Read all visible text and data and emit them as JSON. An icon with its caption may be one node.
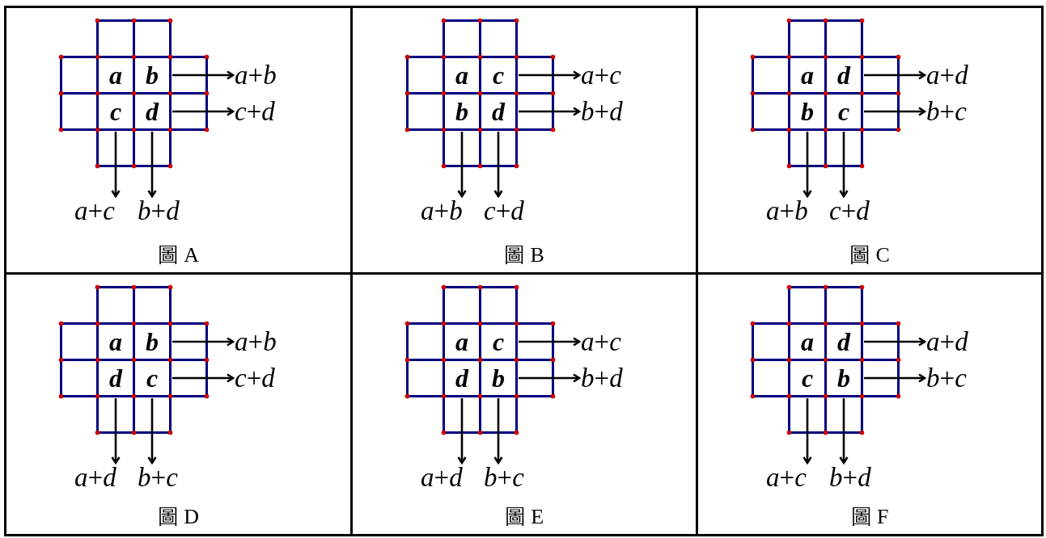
{
  "diagram": {
    "nodes": [
      {
        "text": [
          "圖 A"
        ]
      },
      {
        "text": [],
        "shape": "box",
        "in": 0
      },
      {
        "text": [],
        "shape": "box",
        "in": 0
      },
      {
        "text": [],
        "shape": "box",
        "in": 0
      },
      {
        "text": [
          "a"
        ],
        "in": 0
      },
      {
        "text": [
          "b"
        ],
        "in": 0
      },
      {
        "text": [],
        "shape": "box",
        "in": 0
      },
      {
        "text": [],
        "shape": "box",
        "in": 0
      },
      {
        "text": [
          "c"
        ],
        "in": 0
      },
      {
        "text": [
          "d"
        ],
        "in": 0
      },
      {
        "text": [],
        "shape": "box",
        "in": 0
      },
      {
        "text": [],
        "shape": "box",
        "in": 0
      },
      {
        "text": [],
        "shape": "box",
        "in": 0
      },
      {
        "text": [
          "*a*+*b*"
        ],
        "in": 0
      },
      {
        "text": [
          "*c*+*d*"
        ],
        "in": 0
      },
      {
        "text": [
          "*a*+*c*"
        ],
        "in": 0
      },
      {
        "text": [
          "*b*+*d*"
        ],
        "in": 0
      },
      {
        "text": [
          "圖 B"
        ]
      },
      {
        "text": [],
        "shape": "box",
        "in": 17
      },
      {
        "text": [],
        "shape": "box",
        "in": 17
      },
      {
        "text": [],
        "shape": "box",
        "in": 17
      },
      {
        "text": [
          "a"
        ],
        "in": 17
      },
      {
        "text": [
          "c"
        ],
        "in": 17
      },
      {
        "text": [],
        "shape": "box",
        "in": 17
      },
      {
        "text": [],
        "shape": "box",
        "in": 17
      },
      {
        "text": [
          "b"
        ],
        "in": 17
      },
      {
        "text": [
          "d"
        ],
        "in": 17
      },
      {
        "text": [],
        "shape": "box",
        "in": 17
      },
      {
        "text": [],
        "shape": "box",
        "in": 17
      },
      {
        "text": [],
        "shape": "box",
        "in": 17
      },
      {
        "text": [
          "*a*+*c*"
        ],
        "in": 17
      },
      {
        "text": [
          "*b*+*d*"
        ],
        "in": 17
      },
      {
        "text": [
          "*a*+*b*"
        ],
        "in": 17
      },
      {
        "text": [
          "*c*+*d*"
        ],
        "in": 17
      },
      {
        "text": [
          "圖 C"
        ]
      },
      {
        "text": [],
        "shape": "box",
        "in": 34
      },
      {
        "text": [],
        "shape": "box",
        "in": 34
      },
      {
        "text": [],
        "shape": "box",
        "in": 34
      },
      {
        "text": [
          "a"
        ],
        "in": 34
      },
      {
        "text": [
          "d"
        ],
        "in": 34
      },
      {
        "text": [],
        "shape": "box",
        "in": 34
      },
      {
        "text": [],
        "shape": "box",
        "in": 34
      },
      {
        "text": [
          "b"
        ],
        "in": 34
      },
      {
        "text": [
          "c"
        ],
        "in": 34
      },
      {
        "text": [],
        "shape": "box",
        "in": 34
      },
      {
        "text": [],
        "shape": "box",
        "in": 34
      },
      {
        "text": [],
        "shape": "box",
        "in": 34
      },
      {
        "text": [
          "*a*+*d*"
        ],
        "in": 34
      },
      {
        "text": [
          "*b*+*c*"
        ],
        "in": 34
      },
      {
        "text": [
          "*a*+*b*"
        ],
        "in": 34
      },
      {
        "text": [
          "*c*+*d*"
        ],
        "in": 34
      },
      {
        "text": [
          "圖 D"
        ]
      },
      {
        "text": [],
        "shape": "box",
        "in": 51
      },
      {
        "text": [],
        "shape": "box",
        "in": 51
      },
      {
        "text": [],
        "shape": "box",
        "in": 51
      },
      {
        "text": [
          "a"
        ],
        "in": 51
      },
      {
        "text": [
          "b"
        ],
        "in": 51
      },
      {
        "text": [],
        "shape": "box",
        "in": 51
      },
      {
        "text": [],
        "shape": "box",
        "in": 51
      },
      {
        "text": [
          "d"
        ],
        "in": 51
      },
      {
        "text": [
          "c"
        ],
        "in": 51
      },
      {
        "text": [],
        "shape": "box",
        "in": 51
      },
      {
        "text": [],
        "shape": "box",
        "in": 51
      },
      {
        "text": [],
        "shape": "box",
        "in": 51
      },
      {
        "text": [
          "*a*+*b*"
        ],
        "in": 51
      },
      {
        "text": [
          "*c*+*d*"
        ],
        "in": 51
      },
      {
        "text": [
          "*a*+*d*"
        ],
        "in": 51
      },
      {
        "text": [
          "*b*+*c*"
        ],
        "in": 51
      },
      {
        "text": [
          "圖 E"
        ]
      },
      {
        "text": [],
        "shape": "box",
        "in": 68
      },
      {
        "text": [],
        "shape": "box",
        "in": 68
      },
      {
        "text": [],
        "shape": "box",
        "in": 68
      },
      {
        "text": [
          "a"
        ],
        "in": 68
      },
      {
        "text": [
          "c"
        ],
        "in": 68
      },
      {
        "text": [],
        "shape": "box",
        "in": 68
      },
      {
        "text": [],
        "shape": "box",
        "in": 68
      },
      {
        "text": [
          "d"
        ],
        "in": 68
      },
      {
        "text": [
          "b"
        ],
        "in": 68
      },
      {
        "text": [],
        "shape": "box",
        "in": 68
      },
      {
        "text": [],
        "shape": "box",
        "in": 68
      },
      {
        "text": [],
        "shape": "box",
        "in": 68
      },
      {
        "text": [
          "*a*+*c*"
        ],
        "in": 68
      },
      {
        "text": [
          "*b*+*d*"
        ],
        "in": 68
      },
      {
        "text": [
          "*a*+*d*"
        ],
        "in": 68
      },
      {
        "text": [
          "*b*+*c*"
        ],
        "in": 68
      },
      {
        "text": [
          "圖 F"
        ]
      },
      {
        "text": [],
        "shape": "box",
        "in": 85
      },
      {
        "text": [],
        "shape": "box",
        "in": 85
      },
      {
        "text": [],
        "shape": "box",
        "in": 85
      },
      {
        "text": [
          "a"
        ],
        "in": 85
      },
      {
        "text": [
          "d"
        ],
        "in": 85
      },
      {
        "text": [],
        "shape": "box",
        "in": 85
      },
      {
        "text": [],
        "shape": "box",
        "in": 85
      },
      {
        "text": [
          "c"
        ],
        "in": 85
      },
      {
        "text": [
          "b"
        ],
        "in": 85
      },
      {
        "text": [],
        "shape": "box",
        "in": 85
      },
      {
        "text": [],
        "shape": "box",
        "in": 85
      },
      {
        "text": [],
        "shape": "box",
        "in": 85
      },
      {
        "text": [
          "*a*+*d*"
        ],
        "in": 85
      },
      {
        "text": [
          "*b*+*c*"
        ],
        "in": 85
      },
      {
        "text": [
          "*a*+*c*"
        ],
        "in": 85
      },
      {
        "text": [
          "*b*+*d*"
        ],
        "in": 85
      }
    ],
    "edges": [
      {
        "from": 6,
        "to": 13,
        "arrow": "to"
      },
      {
        "from": 10,
        "to": 14,
        "arrow": "to"
      },
      {
        "from": 11,
        "to": 15,
        "arrow": "to"
      },
      {
        "from": 12,
        "to": 16,
        "arrow": "to"
      },
      {
        "from": 23,
        "to": 30,
        "arrow": "to"
      },
      {
        "from": 27,
        "to": 31,
        "arrow": "to"
      },
      {
        "from": 28,
        "to": 32,
        "arrow": "to"
      },
      {
        "from": 29,
        "to": 33,
        "arrow": "to"
      },
      {
        "from": 40,
        "to": 47,
        "arrow": "to"
      },
      {
        "from": 44,
        "to": 48,
        "arrow": "to"
      },
      {
        "from": 45,
        "to": 49,
        "arrow": "to"
      },
      {
        "from": 46,
        "to": 50,
        "arrow": "to"
      },
      {
        "from": 57,
        "to": 64,
        "arrow": "to"
      },
      {
        "from": 61,
        "to": 65,
        "arrow": "to"
      },
      {
        "from": 62,
        "to": 66,
        "arrow": "to"
      },
      {
        "from": 63,
        "to": 67,
        "arrow": "to"
      },
      {
        "from": 74,
        "to": 81,
        "arrow": "to"
      },
      {
        "from": 78,
        "to": 82,
        "arrow": "to"
      },
      {
        "from": 79,
        "to": 83,
        "arrow": "to"
      },
      {
        "from": 80,
        "to": 84,
        "arrow": "to"
      },
      {
        "from": 91,
        "to": 98,
        "arrow": "to"
      },
      {
        "from": 95,
        "to": 99,
        "arrow": "to"
      },
      {
        "from": 96,
        "to": 100,
        "arrow": "to"
      },
      {
        "from": 97,
        "to": 101,
        "arrow": "to"
      }
    ]
  }
}
